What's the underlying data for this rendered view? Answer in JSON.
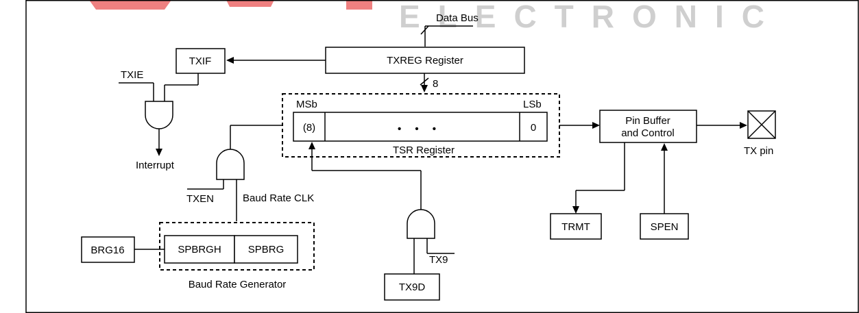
{
  "watermark": {
    "text": "ELECTRONIC",
    "color": "#d0d0d0",
    "logo_color": "#f08080"
  },
  "blocks": {
    "data_bus": "Data Bus",
    "txreg": "TXREG Register",
    "txif": "TXIF",
    "txie": "TXIE",
    "interrupt": "Interrupt",
    "bus_width": "8",
    "msb": "MSb",
    "lsb": "LSb",
    "tsr_first": "(8)",
    "tsr_dots": "• • •",
    "tsr_last": "0",
    "tsr": "TSR Register",
    "txen": "TXEN",
    "baud_clk": "Baud Rate CLK",
    "brg16": "BRG16",
    "spbrgh": "SPBRGH",
    "spbrg": "SPBRG",
    "baud_gen": "Baud Rate Generator",
    "tx9": "TX9",
    "tx9d": "TX9D",
    "pin_buffer_line1": "Pin Buffer",
    "pin_buffer_line2": "and Control",
    "tx_pin": "TX pin",
    "trmt": "TRMT",
    "spen": "SPEN"
  }
}
